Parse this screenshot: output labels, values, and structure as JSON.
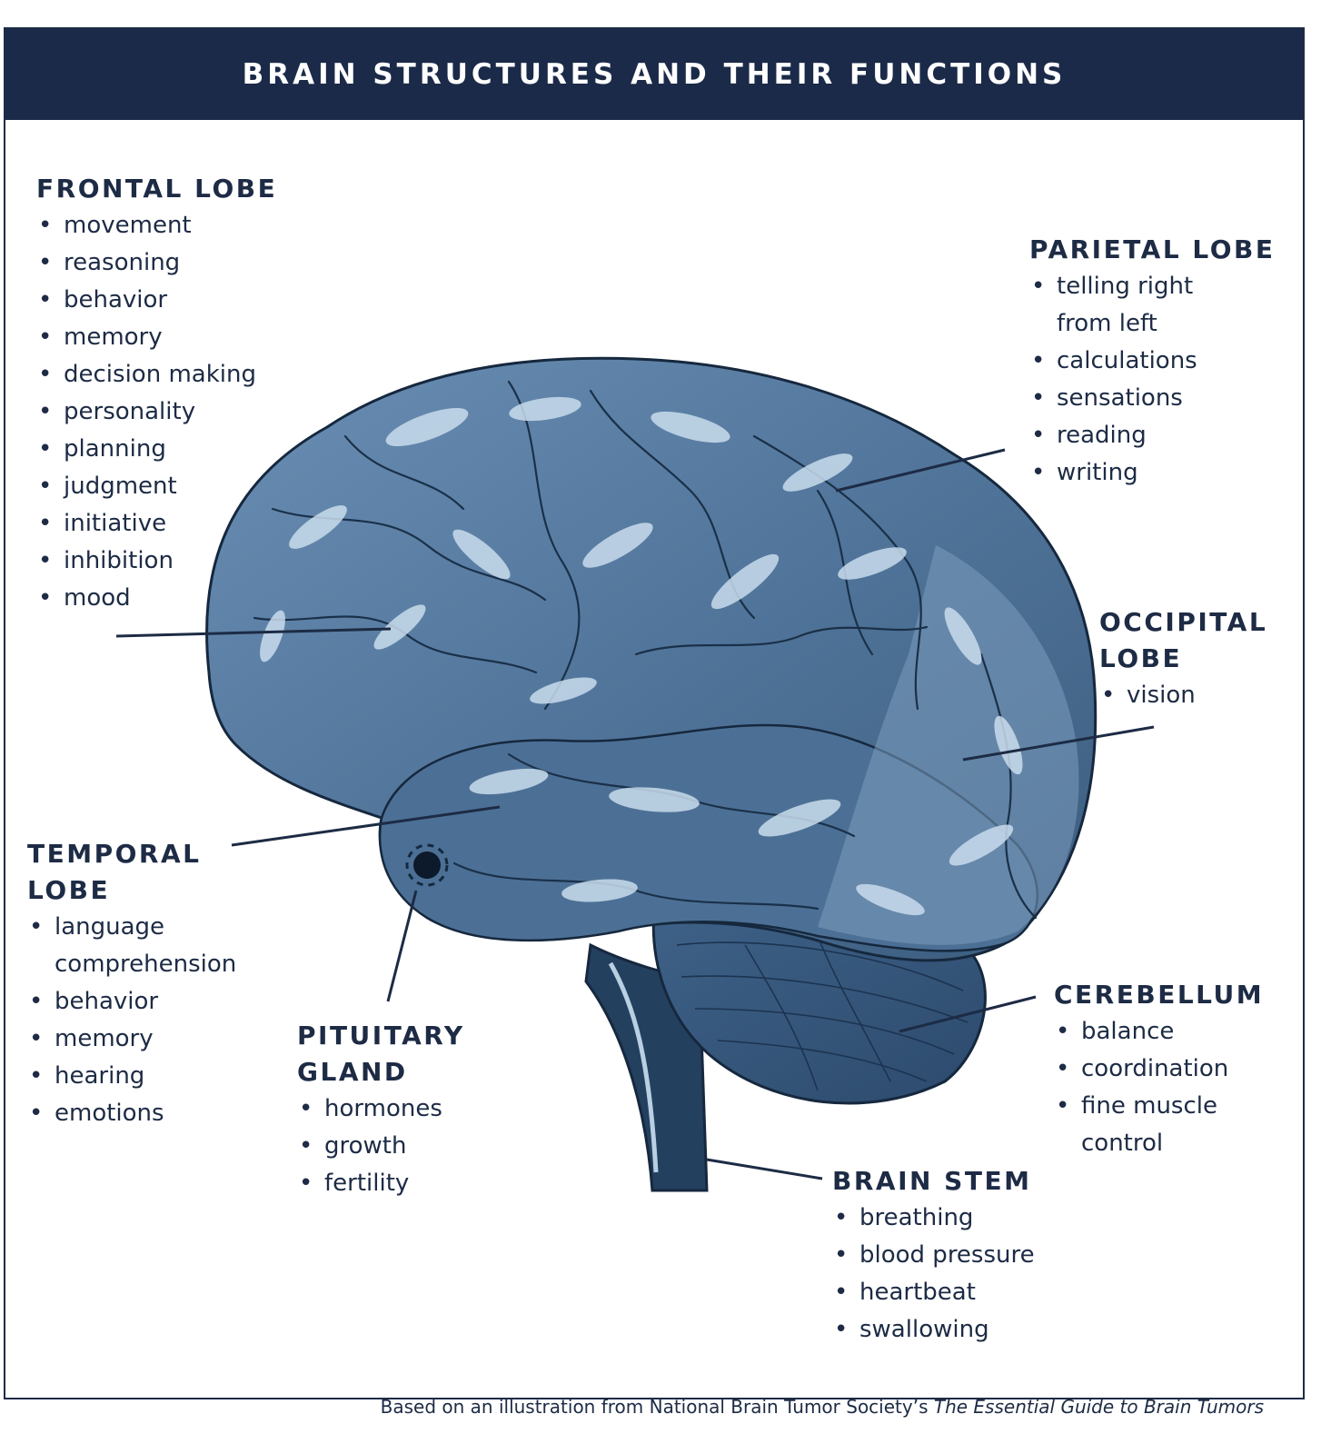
{
  "title": "BRAIN STRUCTURES AND THEIR FUNCTIONS",
  "colors": {
    "navy": "#1b2a48",
    "brain_dark": "#3d5f80",
    "brain_mid": "#5b7fa3",
    "brain_light": "#c9dcec",
    "leader": "#1d2b45"
  },
  "regions": {
    "frontal": {
      "name": "FRONTAL LOBE",
      "items": [
        "movement",
        "reasoning",
        "behavior",
        "memory",
        "decision making",
        "personality",
        "planning",
        "judgment",
        "initiative",
        "inhibition",
        "mood"
      ]
    },
    "parietal": {
      "name": "PARIETAL LOBE",
      "items": [
        "telling right from left",
        "calculations",
        "sensations",
        "reading",
        "writing"
      ]
    },
    "occipital": {
      "name": "OCCIPITAL LOBE",
      "items": [
        "vision"
      ]
    },
    "temporal": {
      "name": "TEMPORAL LOBE",
      "items": [
        "language comprehension",
        "behavior",
        "memory",
        "hearing",
        "emotions"
      ]
    },
    "pituitary": {
      "name": "PITUITARY GLAND",
      "items": [
        "hormones",
        "growth",
        "fertility"
      ]
    },
    "cerebellum": {
      "name": "CEREBELLUM",
      "items": [
        "balance",
        "coordination",
        "fine muscle control"
      ]
    },
    "brainstem": {
      "name": "BRAIN STEM",
      "items": [
        "breathing",
        "blood pressure",
        "heartbeat",
        "swallowing"
      ]
    }
  },
  "caption": {
    "text": "Based on an illustration from National Brain Tumor Society’s ",
    "source_title": "The Essential Guide to Brain Tumors"
  }
}
